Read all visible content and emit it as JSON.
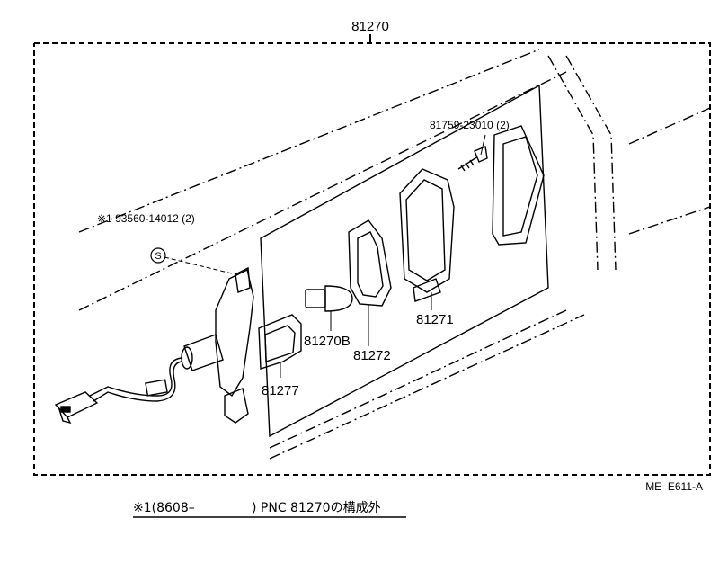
{
  "assembly_part_number": "81270",
  "parts": [
    {
      "number": "81271"
    },
    {
      "number": "81272"
    },
    {
      "number": "81270B"
    },
    {
      "number": "81277"
    }
  ],
  "screw_label": "81759-23010 (2)",
  "footnote_part_label": "※1 93560-14012 (2)",
  "footnote_marker_symbol": "S",
  "diagram_code": "ME  E611-A",
  "footnote": {
    "prefix": "※1(8608–",
    "suffix": ") PNC 81270の構成外"
  }
}
